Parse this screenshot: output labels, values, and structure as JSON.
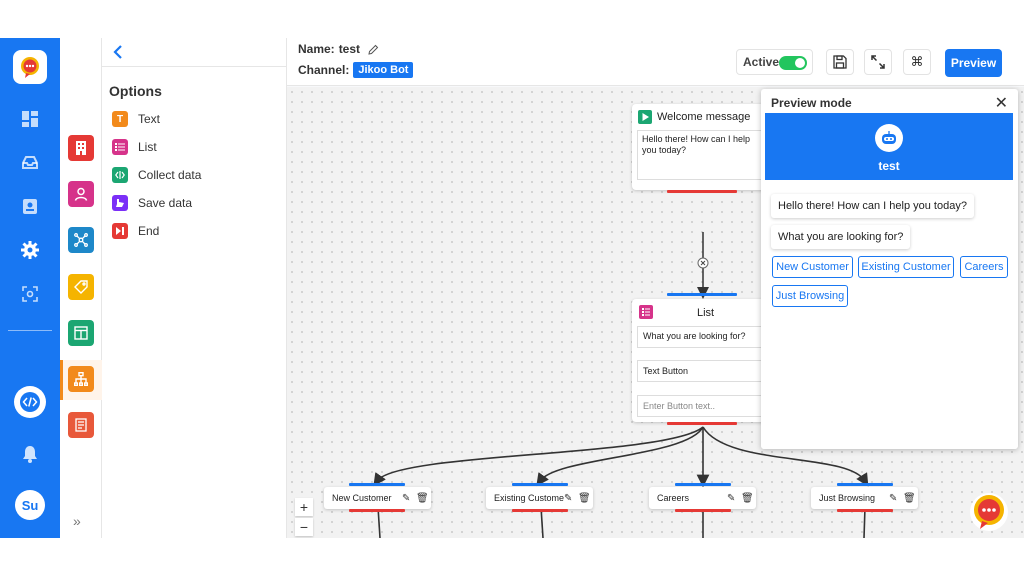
{
  "header": {
    "name_label": "Name:",
    "name_value": "test",
    "channel_label": "Channel:",
    "channel_value": "Jikoo Bot",
    "active_label": "Active",
    "active_on": true,
    "preview_label": "Preview"
  },
  "options": {
    "title": "Options",
    "items": [
      {
        "label": "Text",
        "color": "#f28a1b",
        "icon": "text-icon"
      },
      {
        "label": "List",
        "color": "#d6338a",
        "icon": "list-icon"
      },
      {
        "label": "Collect data",
        "color": "#1ba672",
        "icon": "collect-data-icon"
      },
      {
        "label": "Save data",
        "color": "#7b2ff7",
        "icon": "save-data-icon"
      },
      {
        "label": "End",
        "color": "#e53935",
        "icon": "end-icon"
      }
    ]
  },
  "tools": [
    {
      "icon": "building-icon",
      "color": "#e53935"
    },
    {
      "icon": "user-icon",
      "color": "#d6338a"
    },
    {
      "icon": "share-icon",
      "color": "#1e88c9"
    },
    {
      "icon": "tag-icon",
      "color": "#f5b400"
    },
    {
      "icon": "layout-icon",
      "color": "#1ba672"
    },
    {
      "icon": "sitemap-icon",
      "color": "#f28a1b"
    },
    {
      "icon": "document-icon",
      "color": "#e8583a"
    }
  ],
  "rail": {
    "avatar_initials": "Su",
    "icons": [
      "dashboard-icon",
      "inbox-icon",
      "contacts-icon",
      "settings-icon",
      "scan-icon",
      "code-icon",
      "bell-icon"
    ]
  },
  "canvas": {
    "welcome_node": {
      "title": "Welcome message",
      "text": "Hello there! How can I help you today?"
    },
    "list_node": {
      "title": "List",
      "prompt": "What you are looking for?",
      "button_text": "Text Button",
      "button_placeholder": "Enter Button text.."
    },
    "child_nodes": [
      "New Customer",
      "Existing Custome",
      "Careers",
      "Just Browsing"
    ],
    "zoom_in": "+",
    "zoom_out": "−"
  },
  "preview": {
    "title": "Preview mode",
    "bot_name": "test",
    "messages": [
      "Hello there! How can I help you today?",
      "What you are looking for?"
    ],
    "quick_replies": [
      "New Customer",
      "Existing Customer",
      "Careers",
      "Just Browsing"
    ]
  }
}
